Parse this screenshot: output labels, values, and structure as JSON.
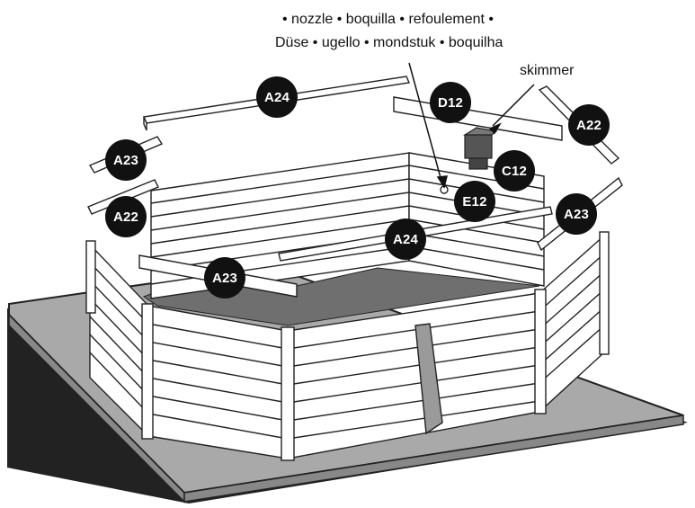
{
  "caption": {
    "line1": "• nozzle • boquilla • refoulement •",
    "line2": "Düse • ugello • mondstuk • boquilha"
  },
  "skimmer_label": "skimmer",
  "parts": {
    "a24_top": "A24",
    "d12": "D12",
    "a22_right": "A22",
    "a23_left": "A23",
    "c12": "C12",
    "e12": "E12",
    "a22_left": "A22",
    "a23_right": "A23",
    "a24_mid": "A24",
    "a23_front": "A23"
  },
  "colors": {
    "badge": "#111111",
    "base": "#a9a9a9",
    "floor": "#6f6f6f",
    "wood": "#ffffff",
    "line": "#222222",
    "skimmer": "#555555"
  }
}
